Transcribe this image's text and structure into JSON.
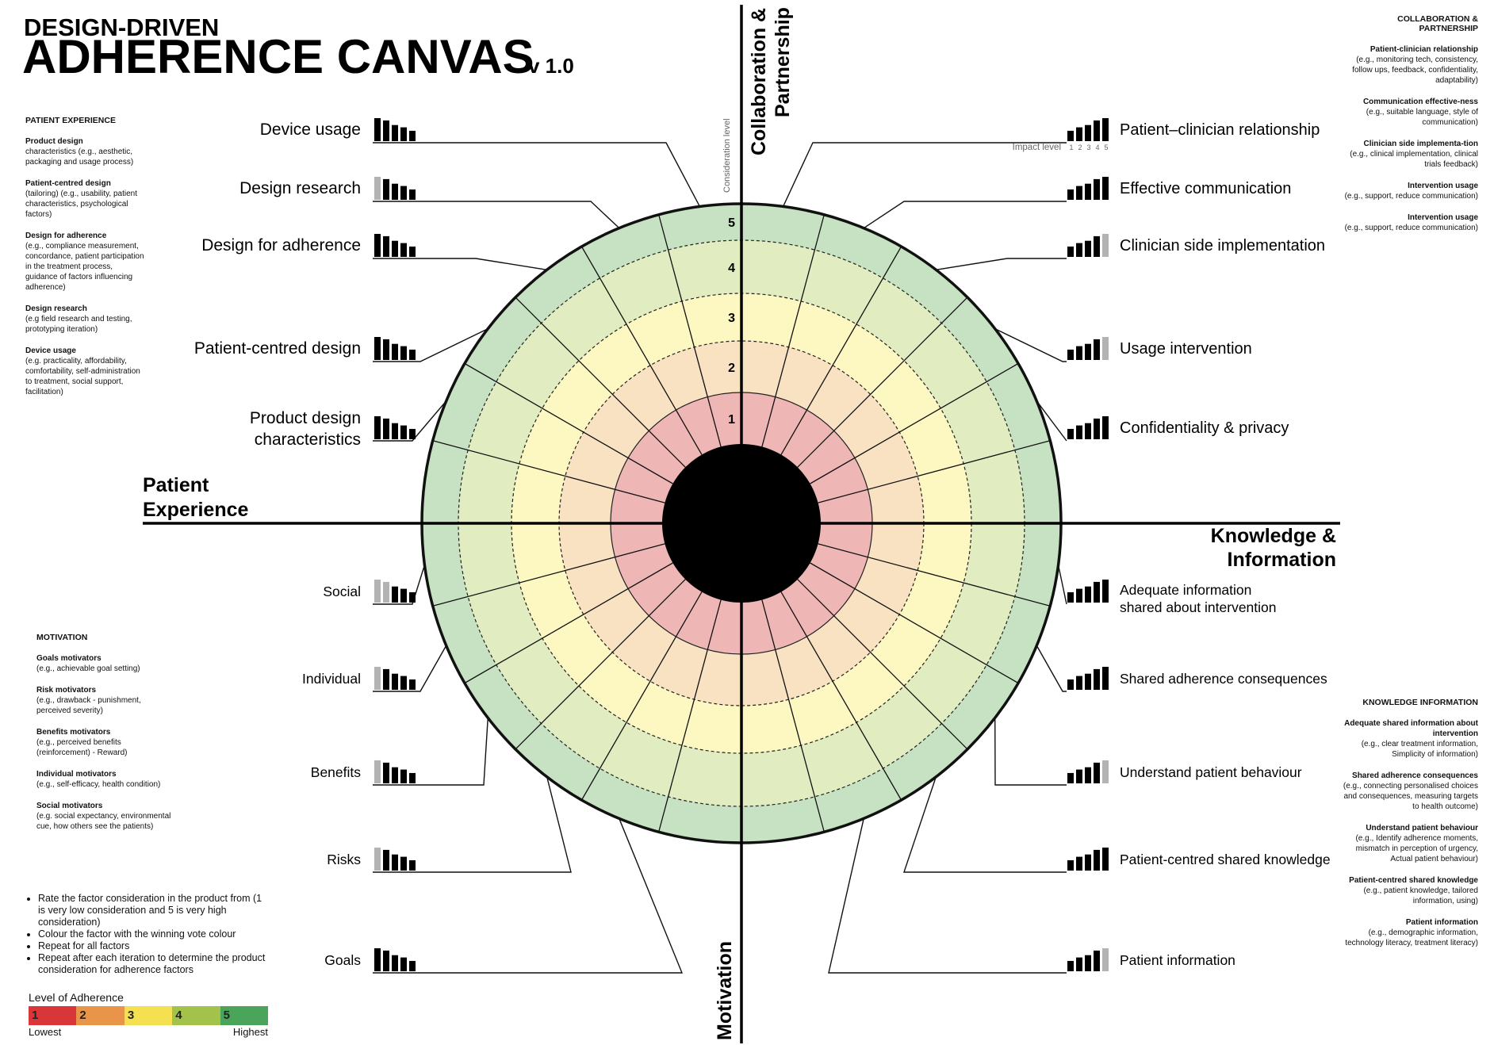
{
  "title": {
    "line1": "DESIGN-DRIVEN",
    "line2": "ADHERENCE CANVAS",
    "version": "v 1.0"
  },
  "quadrants": {
    "patient": [
      "Patient",
      "Experience"
    ],
    "knowledge": [
      "Knowledge &",
      "Information"
    ],
    "collaboration": [
      "Collaboration &",
      "Partnership"
    ],
    "motivation": "Motivation"
  },
  "scale": {
    "levels": [
      "1",
      "2",
      "3",
      "4",
      "5"
    ],
    "consideration_label": "Consideration level",
    "impact_label": "Impact level",
    "impact_ticks": [
      "1",
      "2",
      "3",
      "4",
      "5"
    ]
  },
  "colors": {
    "ring1": "#efb6b6",
    "ring2": "#f9e2c2",
    "ring3": "#fdf7c2",
    "ring4": "#e1ecc1",
    "ring5": "#c7e2c2",
    "hub": "#000000",
    "bar": "#000000",
    "bar_muted": "#b3b3b3"
  },
  "factors": {
    "left": [
      {
        "label": [
          "Device usage"
        ],
        "muted": []
      },
      {
        "label": [
          "Design research"
        ],
        "muted": [
          1
        ]
      },
      {
        "label": [
          "Design for adherence"
        ],
        "muted": []
      },
      {
        "label": [
          "Patient-centred design"
        ],
        "muted": []
      },
      {
        "label": [
          "Product design",
          "characteristics"
        ],
        "muted": []
      },
      {
        "label": [
          "Social"
        ],
        "muted": [
          1,
          2
        ]
      },
      {
        "label": [
          "Individual"
        ],
        "muted": [
          1
        ]
      },
      {
        "label": [
          "Benefits"
        ],
        "muted": [
          1
        ]
      },
      {
        "label": [
          "Risks"
        ],
        "muted": [
          1
        ]
      },
      {
        "label": [
          "Goals"
        ],
        "muted": []
      }
    ],
    "right": [
      {
        "label": [
          "Patient–clinician relationship"
        ],
        "muted": []
      },
      {
        "label": [
          "Effective communication"
        ],
        "muted": []
      },
      {
        "label": [
          "Clinician side implementation"
        ],
        "muted": [
          5
        ]
      },
      {
        "label": [
          "Usage intervention"
        ],
        "muted": [
          5
        ]
      },
      {
        "label": [
          "Confidentiality & privacy"
        ],
        "muted": []
      },
      {
        "label": [
          "Adequate information",
          "shared about intervention"
        ],
        "muted": []
      },
      {
        "label": [
          "Shared adherence consequences"
        ],
        "muted": []
      },
      {
        "label": [
          "Understand patient behaviour"
        ],
        "muted": [
          5
        ]
      },
      {
        "label": [
          "Patient-centred shared knowledge"
        ],
        "muted": []
      },
      {
        "label": [
          "Patient information"
        ],
        "muted": [
          5
        ]
      }
    ]
  },
  "patient_notes": {
    "heading": "PATIENT EXPERIENCE",
    "items": [
      {
        "title": "Product design",
        "text": "characteristics (e.g., aesthetic, packaging and usage process)"
      },
      {
        "title": "Patient-centred design",
        "text": "(tailoring) (e.g., usability, patient characteristics, psychological factors)"
      },
      {
        "title": "Design for adherence",
        "text": "(e.g., compliance measurement, concordance, patient participation in the treatment process, guidance of factors influencing adherence)"
      },
      {
        "title": "Design research",
        "text": "(e.g field research and testing, prototyping iteration)"
      },
      {
        "title": "Device usage",
        "text": "(e.g. practicality, affordability, comfortability, self-administration to treatment, social support, facilitation)"
      }
    ]
  },
  "motivation_notes": {
    "heading": "MOTIVATION",
    "items": [
      {
        "title": "Goals motivators",
        "text": "(e.g., achievable goal setting)"
      },
      {
        "title": "Risk motivators",
        "text": "(e.g., drawback - punishment, perceived severity)"
      },
      {
        "title": "Benefits motivators",
        "text": "(e.g., perceived benefits (reinforcement) - Reward)"
      },
      {
        "title": "Individual motivators",
        "text": "(e.g., self-efficacy, health condition)"
      },
      {
        "title": "Social motivators",
        "text": "(e.g. social expectancy, environmental cue, how others see the patients)"
      }
    ]
  },
  "collab_notes": {
    "heading": "COLLABORATION & PARTNERSHIP",
    "items": [
      {
        "title": "Patient-clinician relationship",
        "text": "(e.g., monitoring tech, consistency, follow ups, feedback, confidentiality, adaptability)"
      },
      {
        "title": "Communication effective-ness",
        "text": "(e.g., suitable language, style of communication)"
      },
      {
        "title": "Clinician side implementa-tion",
        "text": "(e.g., clinical implementation, clinical trials feedback)"
      },
      {
        "title": "Intervention usage",
        "text": "(e.g., support, reduce communication)"
      },
      {
        "title": "Intervention usage",
        "text": "(e.g., support, reduce communication)"
      }
    ]
  },
  "knowledge_notes": {
    "heading": "KNOWLEDGE INFORMATION",
    "items": [
      {
        "title": "Adequate shared information about intervention",
        "text": "(e.g., clear treatment information, Simplicity of information)"
      },
      {
        "title": "Shared adherence consequences",
        "text": "(e.g., connecting personalised choices and consequences, measuring targets to health outcome)"
      },
      {
        "title": "Understand patient behaviour",
        "text": "(e.g., Identify adherence moments, mismatch in perception of urgency, Actual patient behaviour)"
      },
      {
        "title": "Patient-centred shared knowledge",
        "text": "(e.g., patient knowledge, tailored information, using)"
      },
      {
        "title": "Patient information",
        "text": "(e.g., demographic information, technology literacy, treatment literacy)"
      }
    ]
  },
  "instructions": [
    "Rate the factor consideration in the product from (1 is very low consideration and 5 is very high consideration)",
    "Colour the factor with the winning vote colour",
    "Repeat for all factors",
    "Repeat after each iteration to determine the product consideration for adherence factors"
  ],
  "legend": {
    "title": "Level of Adherence",
    "levels": [
      {
        "label": "1",
        "color": "#d9363a"
      },
      {
        "label": "2",
        "color": "#e8954a"
      },
      {
        "label": "3",
        "color": "#f5e052"
      },
      {
        "label": "4",
        "color": "#a3c24a"
      },
      {
        "label": "5",
        "color": "#4aa55b"
      }
    ],
    "low": "Lowest",
    "high": "Highest"
  }
}
